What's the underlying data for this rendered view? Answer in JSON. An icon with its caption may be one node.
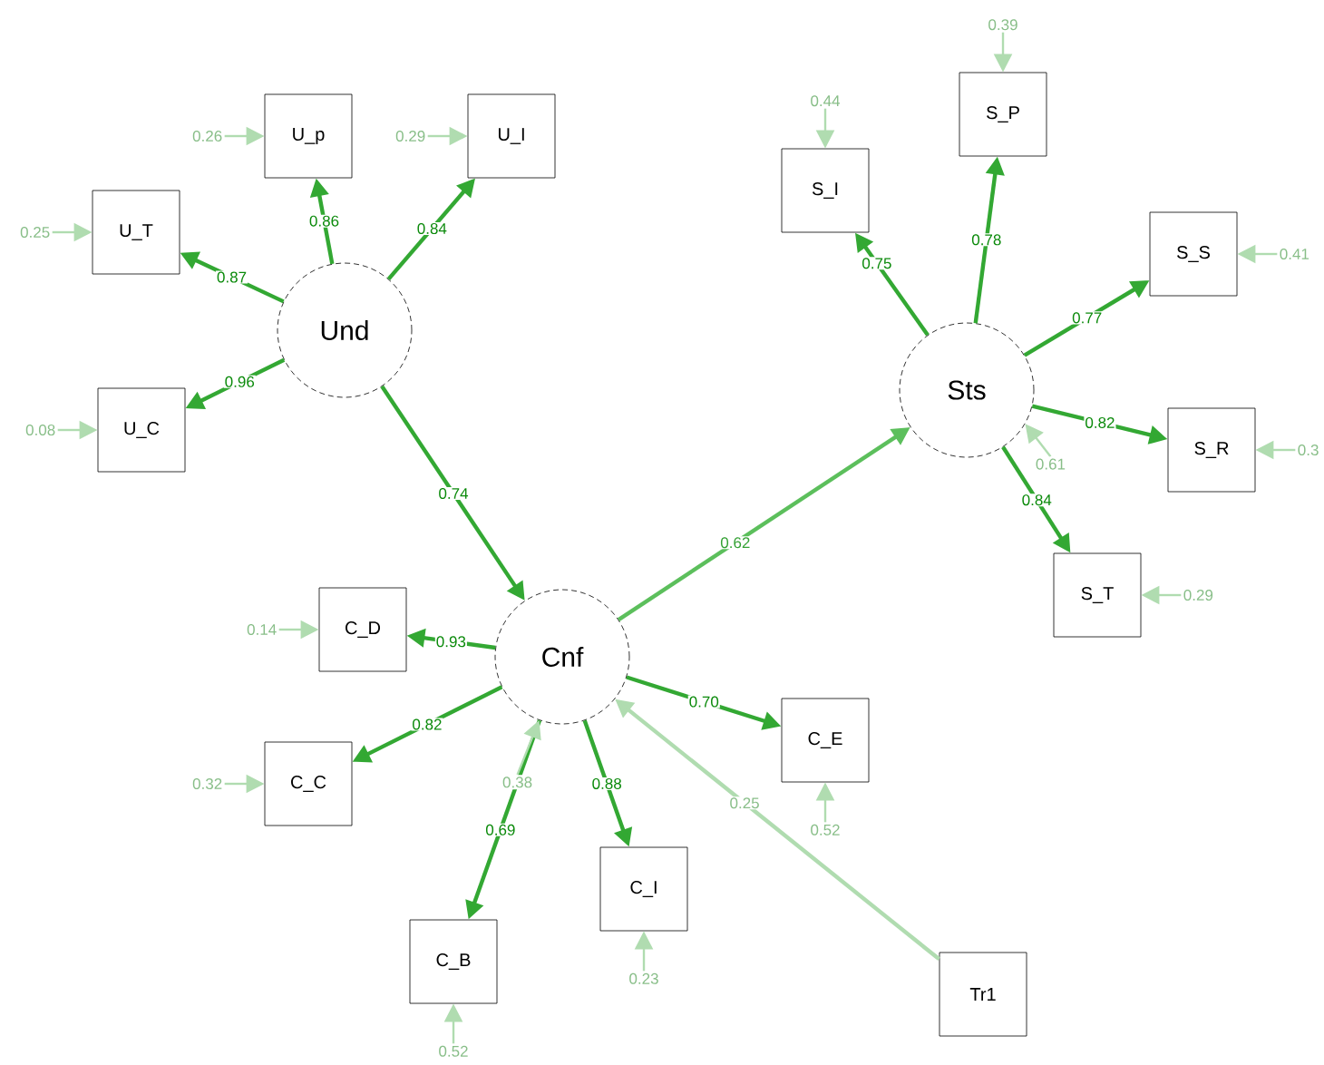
{
  "diagram": {
    "nodes": [
      {
        "text": [
          "Und"
        ]
      },
      {
        "text": [
          "U_p"
        ]
      },
      {
        "text": [
          "U_I"
        ]
      },
      {
        "text": [
          "U_T"
        ]
      },
      {
        "text": [
          "U_C"
        ]
      },
      {
        "text": [
          "Cnf"
        ]
      },
      {
        "text": [
          "C_D"
        ]
      },
      {
        "text": [
          "C_C"
        ]
      },
      {
        "text": [
          "C_B"
        ]
      },
      {
        "text": [
          "C_I"
        ]
      },
      {
        "text": [
          "C_E"
        ]
      },
      {
        "text": [
          "Tr1"
        ]
      },
      {
        "text": [
          "Sts"
        ]
      },
      {
        "text": [
          "S_I"
        ]
      },
      {
        "text": [
          "S_P"
        ]
      },
      {
        "text": [
          "S_S"
        ]
      },
      {
        "text": [
          "S_R"
        ]
      },
      {
        "text": [
          "S_T"
        ]
      }
    ],
    "edges": [
      {
        "from": 0,
        "to": 1,
        "arrow": "to",
        "label": "0.86",
        "color": "#33a833"
      },
      {
        "from": 0,
        "to": 2,
        "arrow": "to",
        "label": "0.84",
        "color": "#33a833"
      },
      {
        "from": 0,
        "to": 3,
        "arrow": "to",
        "label": "0.87",
        "color": "#33a833"
      },
      {
        "from": 0,
        "to": 4,
        "arrow": "to",
        "label": "0.96",
        "color": "#33a833"
      },
      {
        "from": 0,
        "to": 5,
        "arrow": "to",
        "label": "0.74",
        "color": "#33a833"
      },
      {
        "from": 5,
        "to": 12,
        "arrow": "to",
        "label": "0.62",
        "color": "#5cbf5c"
      },
      {
        "from": 5,
        "to": 6,
        "arrow": "to",
        "label": "0.93",
        "color": "#33a833"
      },
      {
        "from": 5,
        "to": 7,
        "arrow": "to",
        "label": "0.82",
        "color": "#33a833"
      },
      {
        "from": 5,
        "to": 8,
        "arrow": "to",
        "label": "0.69",
        "color": "#33a833"
      },
      {
        "from": 5,
        "to": 9,
        "arrow": "to",
        "label": "0.88",
        "color": "#33a833"
      },
      {
        "from": 5,
        "to": 10,
        "arrow": "to",
        "label": "0.70",
        "color": "#33a833"
      },
      {
        "from": 11,
        "to": 5,
        "arrow": "to",
        "label": "0.25",
        "color": "#b0dcb0"
      },
      {
        "from": 12,
        "to": 13,
        "arrow": "to",
        "label": "0.75",
        "color": "#33a833"
      },
      {
        "from": 12,
        "to": 14,
        "arrow": "to",
        "label": "0.78",
        "color": "#33a833"
      },
      {
        "from": 12,
        "to": 15,
        "arrow": "to",
        "label": "0.77",
        "color": "#33a833"
      },
      {
        "from": 12,
        "to": 16,
        "arrow": "to",
        "label": "0.82",
        "color": "#33a833"
      },
      {
        "from": 12,
        "to": 17,
        "arrow": "to",
        "label": "0.84",
        "color": "#33a833"
      },
      {
        "from": null,
        "to": 1,
        "arrow": "to",
        "label": "0.26",
        "color": "#b0dcb0"
      },
      {
        "from": null,
        "to": 2,
        "arrow": "to",
        "label": "0.29",
        "color": "#b0dcb0"
      },
      {
        "from": null,
        "to": 3,
        "arrow": "to",
        "label": "0.25",
        "color": "#b0dcb0"
      },
      {
        "from": null,
        "to": 4,
        "arrow": "to",
        "label": "0.08",
        "color": "#b0dcb0"
      },
      {
        "from": null,
        "to": 5,
        "arrow": "to",
        "label": "0.38",
        "color": "#b0dcb0"
      },
      {
        "from": null,
        "to": 12,
        "arrow": "to",
        "label": "0.61",
        "color": "#b0dcb0"
      },
      {
        "from": null,
        "to": 6,
        "arrow": "to",
        "label": "0.14",
        "color": "#b0dcb0"
      },
      {
        "from": null,
        "to": 7,
        "arrow": "to",
        "label": "0.32",
        "color": "#b0dcb0"
      },
      {
        "from": null,
        "to": 8,
        "arrow": "to",
        "label": "0.52",
        "color": "#b0dcb0"
      },
      {
        "from": null,
        "to": 9,
        "arrow": "to",
        "label": "0.23",
        "color": "#b0dcb0"
      },
      {
        "from": null,
        "to": 10,
        "arrow": "to",
        "label": "0.52",
        "color": "#b0dcb0"
      },
      {
        "from": null,
        "to": 13,
        "arrow": "to",
        "label": "0.44",
        "color": "#b0dcb0"
      },
      {
        "from": null,
        "to": 14,
        "arrow": "to",
        "label": "0.39",
        "color": "#b0dcb0"
      },
      {
        "from": null,
        "to": 15,
        "arrow": "to",
        "label": "0.41",
        "color": "#b0dcb0"
      },
      {
        "from": null,
        "to": 16,
        "arrow": "to",
        "label": "0.3",
        "color": "#b0dcb0"
      },
      {
        "from": null,
        "to": 17,
        "arrow": "to",
        "label": "0.29",
        "color": "#b0dcb0"
      }
    ]
  }
}
